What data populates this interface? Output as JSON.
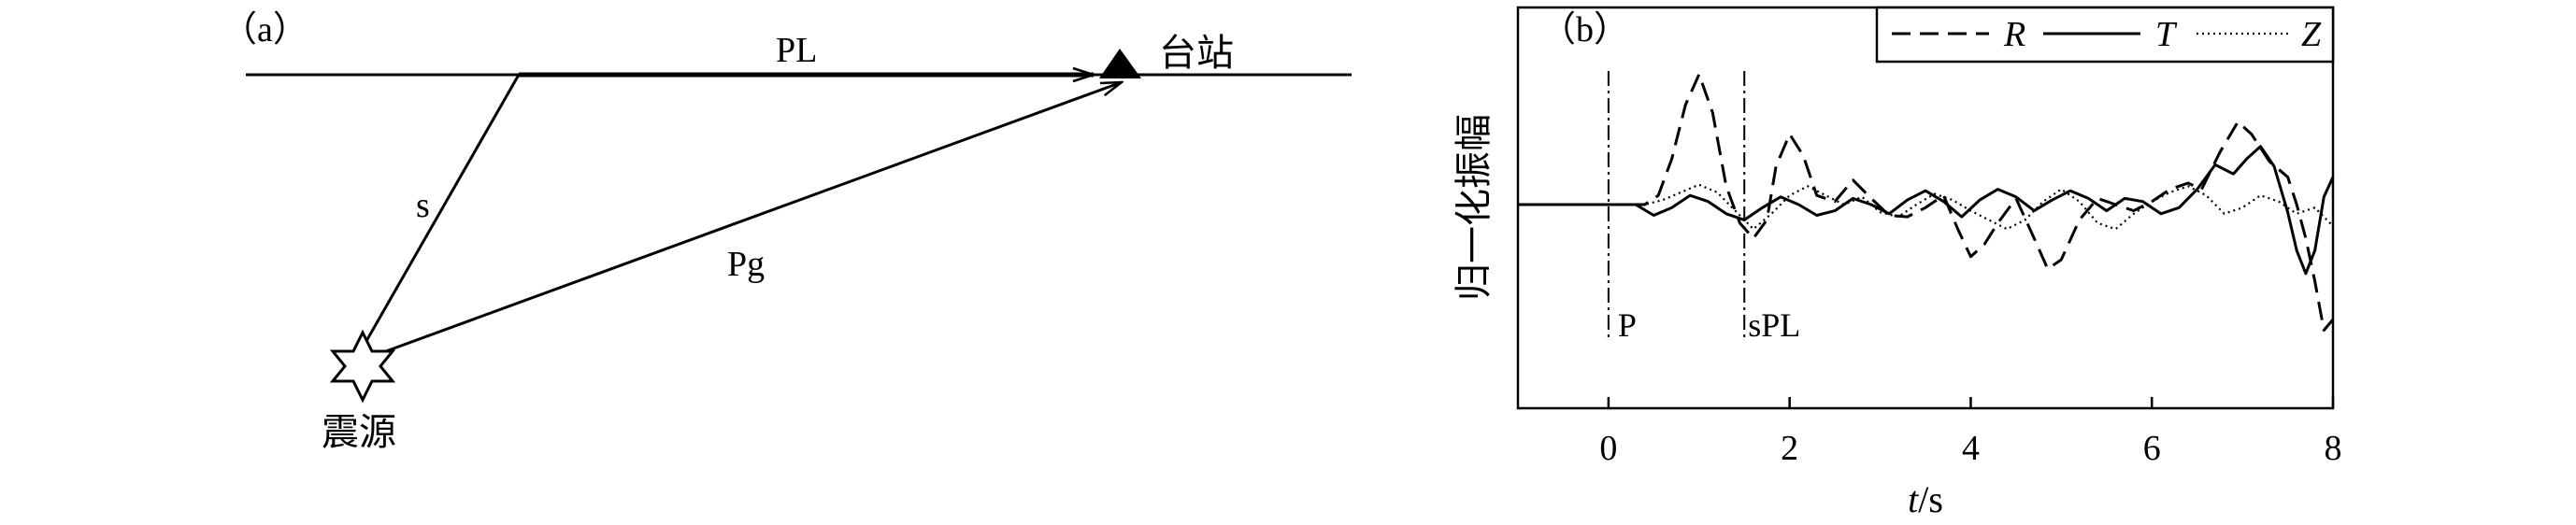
{
  "panel_a": {
    "tag": "（a）",
    "ray_pl": "PL",
    "ray_s": "s",
    "ray_pg": "Pg",
    "station": "台站",
    "source": "震源"
  },
  "panel_b": {
    "tag": "（b）",
    "phase_p": "P",
    "phase_spl": "sPL"
  },
  "chart_data": {
    "type": "line",
    "title": "",
    "xlabel_italic": "t",
    "xlabel_unit": "/s",
    "ylabel": "归一化振幅",
    "xlim": [
      -1,
      8
    ],
    "ylim": [
      -1.15,
      1.15
    ],
    "xticks": [
      0,
      2,
      4,
      6,
      8
    ],
    "xtick_labels": [
      "0",
      "2",
      "4",
      "6",
      "8"
    ],
    "grid": false,
    "legend_position": "top-right",
    "series": [
      {
        "name": "R",
        "style": "dashed",
        "x": [
          -1,
          0,
          0.4,
          0.55,
          0.7,
          0.85,
          1.0,
          1.15,
          1.3,
          1.45,
          1.6,
          1.75,
          1.85,
          2.0,
          2.15,
          2.3,
          2.5,
          2.7,
          2.9,
          3.1,
          3.3,
          3.5,
          3.7,
          3.85,
          4.0,
          4.15,
          4.3,
          4.5,
          4.7,
          4.85,
          5.0,
          5.2,
          5.4,
          5.6,
          5.8,
          6.0,
          6.2,
          6.4,
          6.55,
          6.75,
          6.95,
          7.1,
          7.3,
          7.5,
          7.6,
          7.7,
          7.8,
          7.9,
          8.0
        ],
        "y": [
          0,
          0,
          0,
          0.06,
          0.3,
          0.65,
          0.85,
          0.6,
          0.12,
          -0.12,
          -0.22,
          -0.1,
          0.25,
          0.46,
          0.32,
          0.06,
          0.02,
          0.16,
          0.04,
          -0.07,
          -0.08,
          -0.02,
          0.06,
          -0.15,
          -0.34,
          -0.26,
          -0.12,
          0.04,
          -0.22,
          -0.42,
          -0.36,
          -0.1,
          0.04,
          0.0,
          -0.04,
          0.02,
          0.1,
          0.14,
          0.1,
          0.34,
          0.54,
          0.46,
          0.28,
          0.18,
          0.0,
          -0.22,
          -0.5,
          -0.82,
          -0.75
        ]
      },
      {
        "name": "T",
        "style": "solid",
        "x": [
          -1,
          0,
          0.3,
          0.5,
          0.7,
          0.9,
          1.1,
          1.3,
          1.5,
          1.7,
          1.9,
          2.1,
          2.3,
          2.5,
          2.7,
          2.9,
          3.1,
          3.3,
          3.5,
          3.7,
          3.9,
          4.1,
          4.3,
          4.5,
          4.7,
          4.9,
          5.1,
          5.3,
          5.5,
          5.7,
          5.9,
          6.1,
          6.3,
          6.5,
          6.7,
          6.9,
          7.05,
          7.2,
          7.35,
          7.5,
          7.6,
          7.7,
          7.8,
          7.9,
          8.0
        ],
        "y": [
          0,
          0,
          0,
          -0.07,
          -0.02,
          0.06,
          0.02,
          -0.06,
          -0.1,
          -0.02,
          0.05,
          0.0,
          -0.07,
          -0.04,
          0.04,
          0.0,
          -0.06,
          0.03,
          0.09,
          0.02,
          -0.08,
          0.03,
          0.1,
          0.05,
          -0.04,
          0.03,
          0.09,
          0.04,
          -0.04,
          0.04,
          0.02,
          -0.06,
          -0.02,
          0.1,
          0.26,
          0.2,
          0.3,
          0.38,
          0.25,
          -0.05,
          -0.3,
          -0.45,
          -0.3,
          0.05,
          0.18
        ]
      },
      {
        "name": "Z",
        "style": "dotted",
        "x": [
          -1,
          0,
          0.4,
          0.6,
          0.8,
          1.0,
          1.2,
          1.4,
          1.6,
          1.8,
          2.0,
          2.2,
          2.4,
          2.6,
          2.8,
          3.0,
          3.2,
          3.4,
          3.6,
          3.8,
          4.0,
          4.2,
          4.4,
          4.6,
          4.8,
          5.0,
          5.2,
          5.4,
          5.6,
          5.8,
          6.0,
          6.2,
          6.4,
          6.6,
          6.8,
          7.0,
          7.2,
          7.4,
          7.6,
          7.8,
          8.0
        ],
        "y": [
          0,
          0,
          0,
          0.03,
          0.08,
          0.13,
          0.08,
          -0.04,
          -0.16,
          -0.06,
          0.06,
          0.12,
          0.06,
          0.0,
          0.05,
          -0.05,
          -0.08,
          0.0,
          0.07,
          0.03,
          -0.04,
          -0.1,
          -0.16,
          -0.1,
          0.02,
          0.1,
          0.02,
          -0.12,
          -0.16,
          -0.06,
          0.02,
          0.08,
          0.12,
          0.06,
          -0.06,
          -0.02,
          0.06,
          0.02,
          -0.06,
          -0.02,
          -0.14
        ]
      }
    ]
  }
}
